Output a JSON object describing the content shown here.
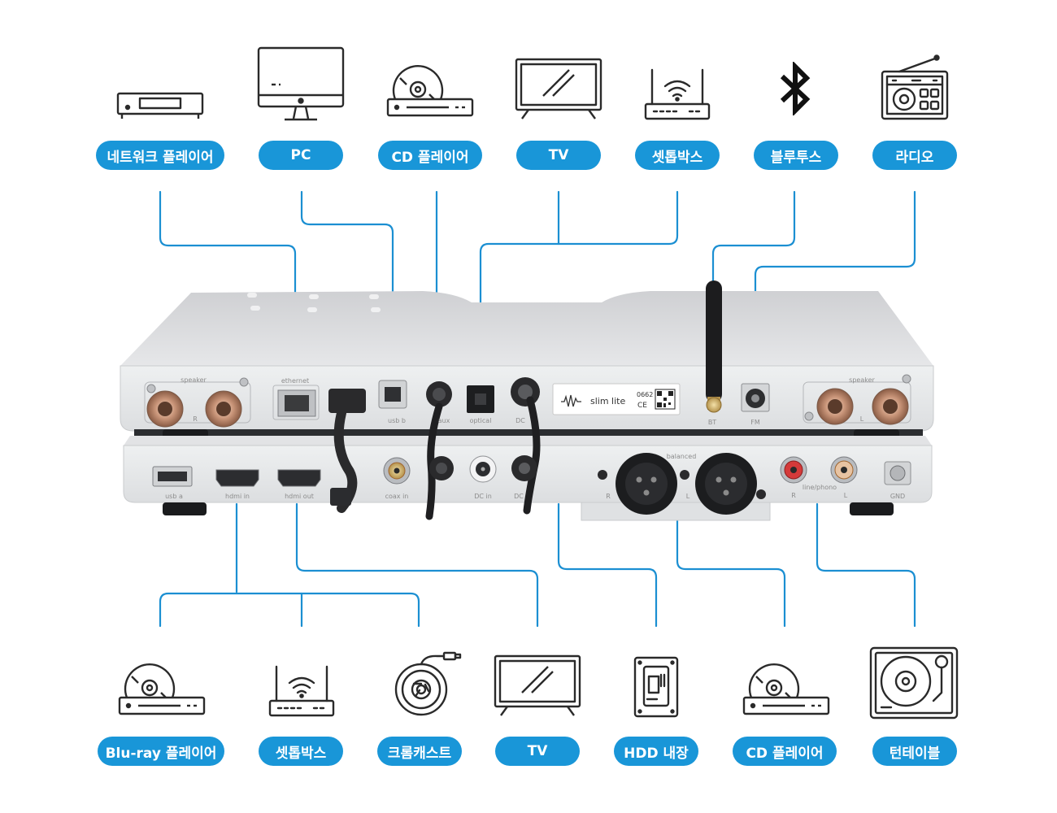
{
  "top_devices": [
    {
      "label": "네트워크 플레이어",
      "icon": "network-player-icon"
    },
    {
      "label": "PC",
      "icon": "pc-monitor-icon"
    },
    {
      "label": "CD 플레이어",
      "icon": "cd-player-icon"
    },
    {
      "label": "TV",
      "icon": "tv-icon"
    },
    {
      "label": "셋톱박스",
      "icon": "router-icon"
    },
    {
      "label": "블루투스",
      "icon": "bluetooth-icon"
    },
    {
      "label": "라디오",
      "icon": "radio-icon"
    }
  ],
  "bottom_devices": [
    {
      "label": "Blu-ray 플레이어",
      "icon": "bluray-player-icon"
    },
    {
      "label": "셋톱박스",
      "icon": "router-icon"
    },
    {
      "label": "크롬캐스트",
      "icon": "chromecast-icon"
    },
    {
      "label": "TV",
      "icon": "tv-icon"
    },
    {
      "label": "HDD 내장",
      "icon": "hdd-icon"
    },
    {
      "label": "CD 플레이어",
      "icon": "cd-player-icon"
    },
    {
      "label": "턴테이블",
      "icon": "turntable-icon"
    }
  ],
  "upper_unit_ports": {
    "speaker_left": "speaker",
    "speaker_r": "R",
    "ethernet": "ethernet",
    "usb_b": "usb b",
    "aux": "aux",
    "optical": "optical",
    "dc": "DC",
    "bt": "BT",
    "fm": "FM",
    "speaker_right": "speaker",
    "speaker_l": "L",
    "brand": "slim lite",
    "model_code": "0662",
    "ce_mark": "CE"
  },
  "lower_unit_ports": {
    "usb_a": "usb a",
    "hdmi_in": "hdmi in",
    "hdmi_out": "hdmi out",
    "coax_in": "coax in",
    "dc_in": "DC in",
    "dc": "DC",
    "balanced": "balanced",
    "bal_r": "R",
    "bal_l": "L",
    "line_phono": "line/phono",
    "lp_r": "R",
    "lp_l": "L",
    "gnd": "GND"
  },
  "colors": {
    "accent": "#1996d8",
    "line": "#1b8fd2",
    "icon": "#2a2a2a",
    "device_body": "#d9dadc",
    "device_face": "#e9eaeb"
  }
}
